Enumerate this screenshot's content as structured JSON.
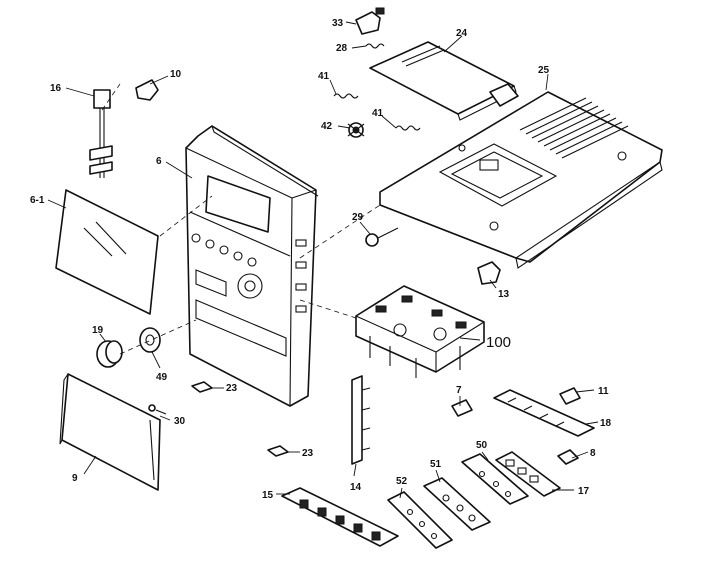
{
  "diagram": {
    "callouts": {
      "p33": "33",
      "p28": "28",
      "p24": "24",
      "p25": "25",
      "p41a": "41",
      "p41b": "41",
      "p42": "42",
      "p16": "16",
      "p10": "10",
      "p6": "6",
      "p6_1": "6-1",
      "p29": "29",
      "p13": "13",
      "p100": "100",
      "p19": "19",
      "p49": "49",
      "p23a": "23",
      "p23b": "23",
      "p30": "30",
      "p9": "9",
      "p7": "7",
      "p11": "11",
      "p18": "18",
      "p8": "8",
      "p14": "14",
      "p50": "50",
      "p51": "51",
      "p52": "52",
      "p17": "17",
      "p15": "15"
    }
  }
}
